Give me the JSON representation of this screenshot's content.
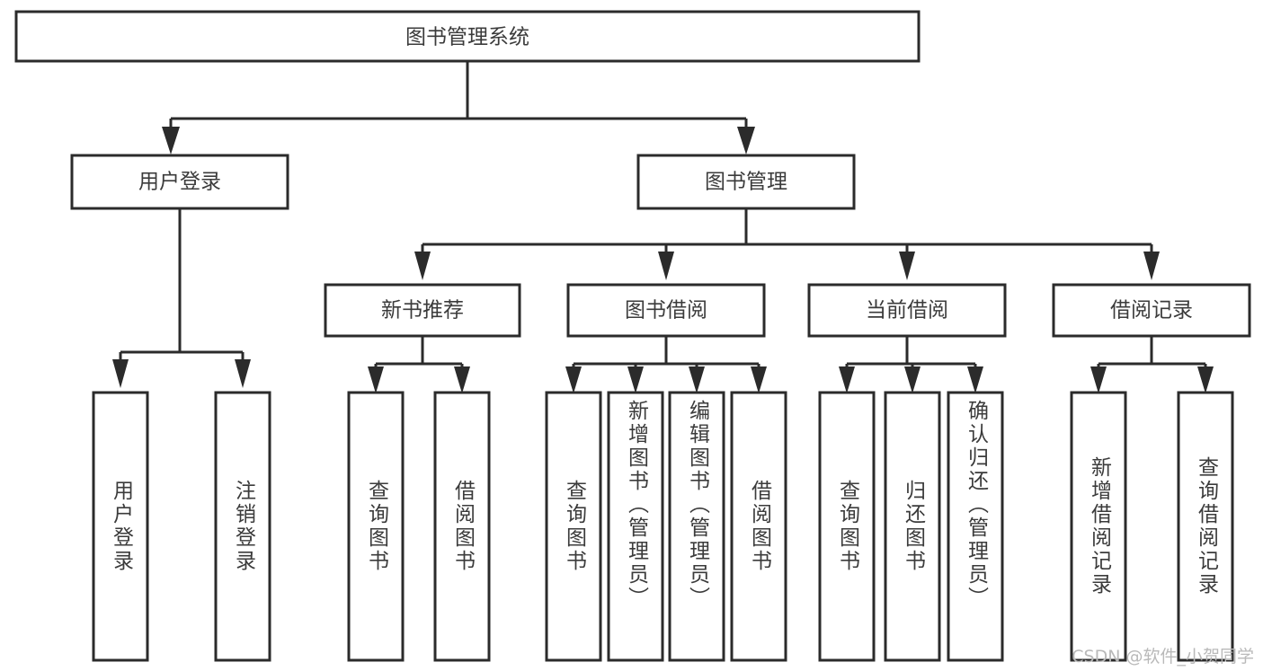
{
  "diagram": {
    "type": "hierarchy-tree",
    "title": "图书管理系统",
    "watermark": "CSDN @软件_小贺同学",
    "colors": {
      "box_stroke": "#2b2b2b",
      "box_fill": "#ffffff",
      "text": "#3b3b3b",
      "background": "#ffffff",
      "watermark": "#b9b9b9"
    },
    "root": {
      "id": "root",
      "label": "图书管理系统"
    },
    "level2": [
      {
        "id": "user-login",
        "label": "用户登录"
      },
      {
        "id": "book-management",
        "label": "图书管理"
      }
    ],
    "level3": [
      {
        "id": "new-book-recommend",
        "label": "新书推荐",
        "parent": "book-management"
      },
      {
        "id": "book-borrow",
        "label": "图书借阅",
        "parent": "book-management"
      },
      {
        "id": "current-borrow",
        "label": "当前借阅",
        "parent": "book-management"
      },
      {
        "id": "borrow-record",
        "label": "借阅记录",
        "parent": "book-management"
      }
    ],
    "leaves": [
      {
        "id": "leaf-user-login",
        "label": "用户登录",
        "parent": "user-login"
      },
      {
        "id": "leaf-logout",
        "label": "注销登录",
        "parent": "user-login"
      },
      {
        "id": "leaf-query-book-1",
        "label": "查询图书",
        "parent": "new-book-recommend"
      },
      {
        "id": "leaf-borrow-book-1",
        "label": "借阅图书",
        "parent": "new-book-recommend"
      },
      {
        "id": "leaf-query-book-2",
        "label": "查询图书",
        "parent": "book-borrow"
      },
      {
        "id": "leaf-add-book",
        "label": "新增图书（管理员）",
        "parent": "book-borrow"
      },
      {
        "id": "leaf-edit-book",
        "label": "编辑图书（管理员）",
        "parent": "book-borrow"
      },
      {
        "id": "leaf-borrow-book-2",
        "label": "借阅图书",
        "parent": "book-borrow"
      },
      {
        "id": "leaf-query-book-3",
        "label": "查询图书",
        "parent": "current-borrow"
      },
      {
        "id": "leaf-return-book",
        "label": "归还图书",
        "parent": "current-borrow"
      },
      {
        "id": "leaf-confirm-return",
        "label": "确认归还（管理员）",
        "parent": "current-borrow"
      },
      {
        "id": "leaf-add-record",
        "label": "新增借阅记录",
        "parent": "borrow-record"
      },
      {
        "id": "leaf-query-record",
        "label": "查询借阅记录",
        "parent": "borrow-record"
      }
    ]
  }
}
